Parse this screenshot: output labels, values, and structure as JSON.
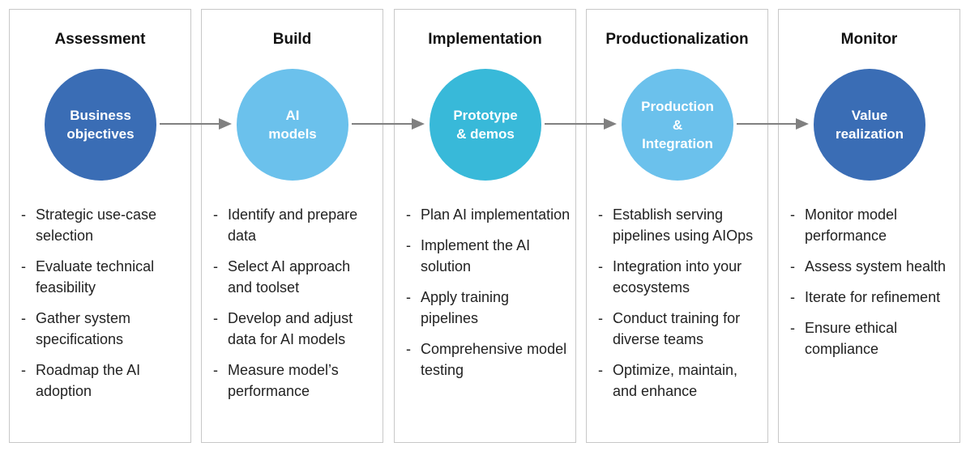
{
  "colors": {
    "dark": "#3a6db5",
    "light": "#6bc1ec",
    "teal": "#38b9d9",
    "arrow": "#808080"
  },
  "stages": [
    {
      "title": "Assessment",
      "circle": "Business\nobjectives",
      "color": "#3a6db5",
      "items": [
        "Strategic use-case selection",
        "Evaluate technical feasibility",
        "Gather system specifications",
        "Roadmap the AI adoption"
      ]
    },
    {
      "title": "Build",
      "circle": "AI\nmodels",
      "color": "#6bc1ec",
      "items": [
        "Identify and prepare data",
        "Select AI approach and toolset",
        "Develop and adjust data for AI models",
        "Measure model’s performance"
      ]
    },
    {
      "title": "Implementation",
      "circle": "Prototype\n& demos",
      "color": "#38b9d9",
      "items": [
        "Plan AI implementation",
        "Implement the AI solution",
        "Apply training pipelines",
        "Comprehensive model testing"
      ]
    },
    {
      "title": "Productionalization",
      "circle": "Production\n&\nIntegration",
      "color": "#6bc1ec",
      "items": [
        "Establish serving pipelines using AIOps",
        "Integration into your ecosystems",
        "Conduct training for diverse teams",
        "Optimize, maintain, and enhance"
      ]
    },
    {
      "title": "Monitor",
      "circle": "Value\nrealization",
      "color": "#3a6db5",
      "items": [
        "Monitor model performance",
        "Assess system health",
        "Iterate for refinement",
        "Ensure ethical compliance"
      ]
    }
  ]
}
